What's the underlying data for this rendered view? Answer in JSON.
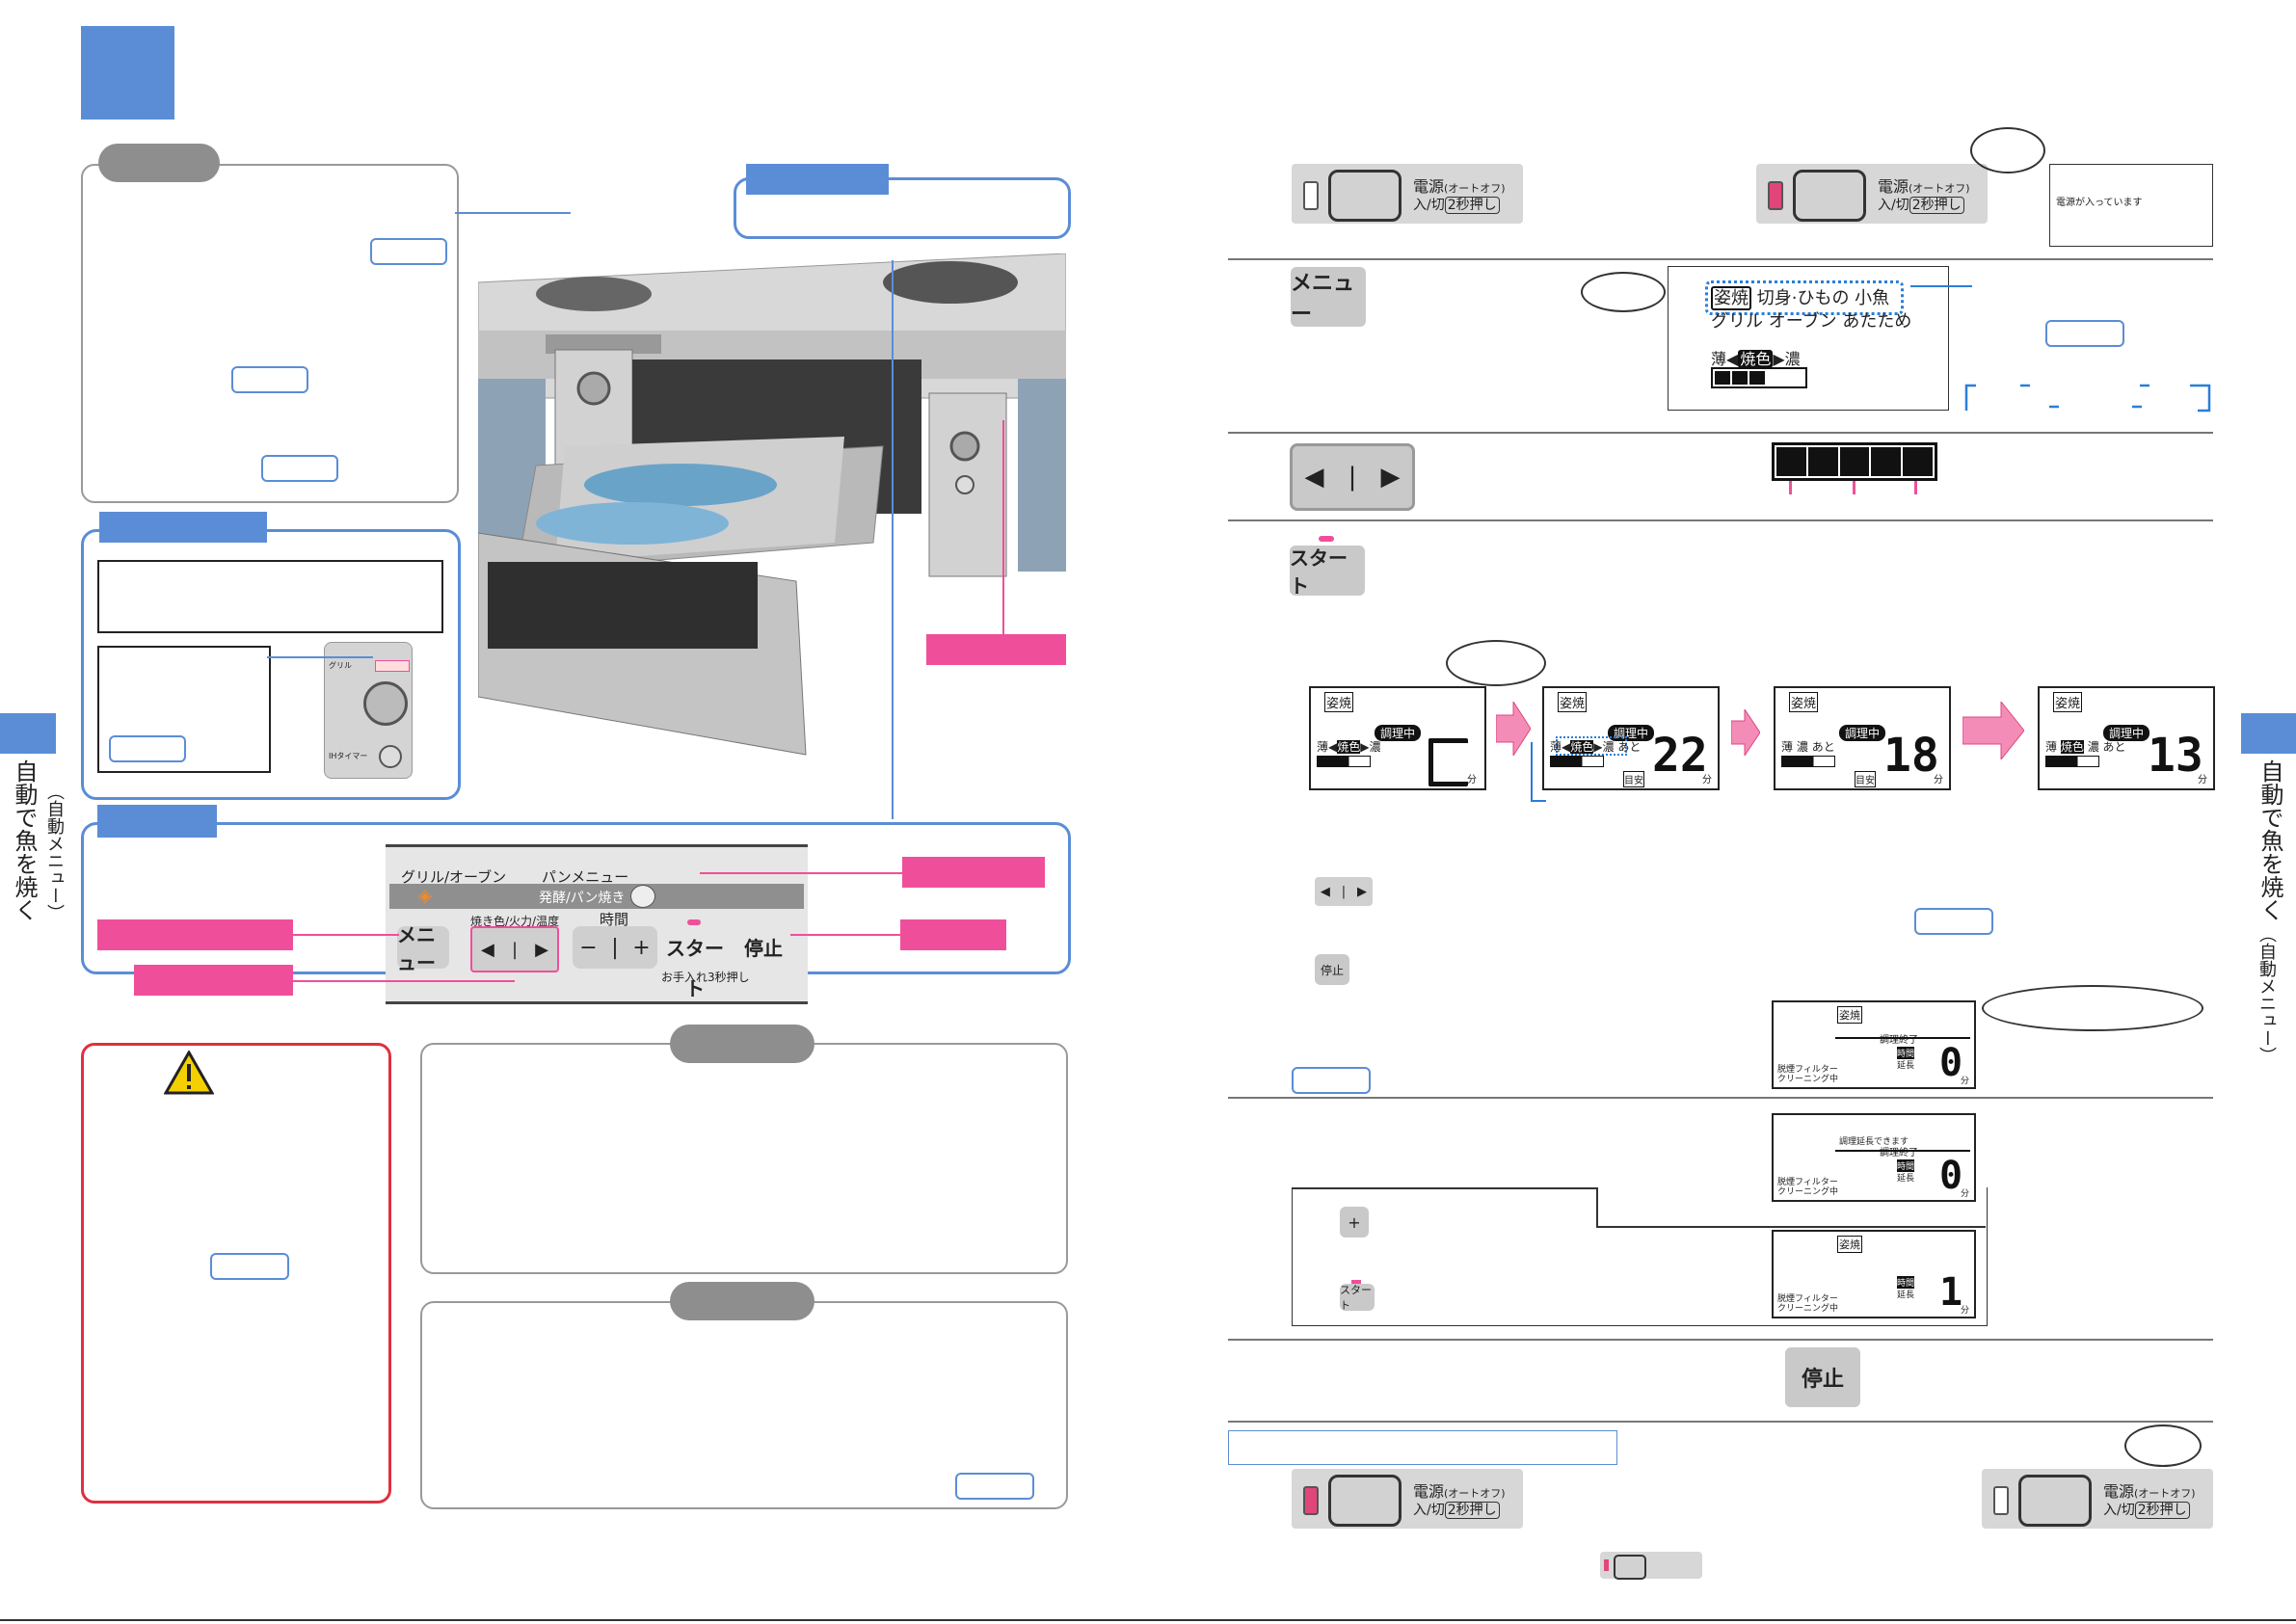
{
  "side_title": "自動で魚を焼く",
  "side_subtitle": "（自動メニュー）",
  "panel": {
    "label_grill_oven": "グリル/オーブン",
    "label_pan_menu": "パンメニュー",
    "label_ferment": "発酵/パン焼き",
    "label_color_fire_temp": "焼き色/火力/温度",
    "label_time": "時間",
    "menu_button": "メニュー",
    "start_button": "スタート",
    "stop_button": "停止",
    "minus": "−",
    "plus": "+",
    "care_label": "お手入れ3秒押し"
  },
  "power": {
    "label": "電源",
    "auto_off": "(オートオフ)",
    "on_off": "入/切",
    "hold": "2秒押し",
    "power_on_note": "電源が入っています"
  },
  "menu_display": {
    "mode_badge": "姿焼",
    "items_row1": "切身·ひもの 小魚",
    "items_row2": "グリル オーブン あたため",
    "light": "薄",
    "color": "焼色",
    "dark": "濃"
  },
  "cooking_displays": [
    {
      "mode": "姿焼",
      "status": "調理中",
      "light": "薄",
      "color": "焼色",
      "dark": "濃",
      "after": "",
      "minutes": "",
      "unit": "分",
      "guide": ""
    },
    {
      "mode": "姿焼",
      "status": "調理中",
      "light": "薄",
      "color": "焼色",
      "dark": "濃",
      "after": "あと",
      "minutes": "22",
      "unit": "分",
      "guide": "目安"
    },
    {
      "mode": "姿焼",
      "status": "調理中",
      "light": "薄",
      "color": "",
      "dark": "濃",
      "after": "あと",
      "minutes": "18",
      "unit": "分",
      "guide": "目安"
    },
    {
      "mode": "姿焼",
      "status": "調理中",
      "light": "薄",
      "color": "焼色",
      "dark": "濃",
      "after": "あと",
      "minutes": "13",
      "unit": "分",
      "guide": ""
    }
  ],
  "end_display": {
    "mode": "姿焼",
    "status": "調理終了",
    "time": "時間",
    "extend": "延長",
    "filter": "脱煙フィルター",
    "cleaning": "クリーニング中",
    "minutes": "0",
    "unit": "分"
  },
  "extend_display": {
    "extend_possible": "調理延長できます",
    "status": "調理終了",
    "time": "時間",
    "extend": "延長",
    "filter": "脱煙フィルター",
    "cleaning": "クリーニング中",
    "minutes": "0",
    "unit": "分"
  },
  "extended_display": {
    "mode": "姿焼",
    "time": "時間",
    "extend": "延長",
    "filter": "脱煙フィルター",
    "cleaning": "クリーニング中",
    "minutes": "1",
    "unit": "分"
  },
  "grill_knob_panel": {
    "grill": "グリル",
    "label_pink": "",
    "timer": "IHタイマー"
  },
  "colors": {
    "blue": "#5b8dd6",
    "pink": "#ef4f9a",
    "gray_tab": "#8e8e8e",
    "warning_red": "#e03040"
  },
  "icons": [
    "warning-icon",
    "fish-icon",
    "arrow-right-icon",
    "left-arrow-icon",
    "right-arrow-icon"
  ]
}
